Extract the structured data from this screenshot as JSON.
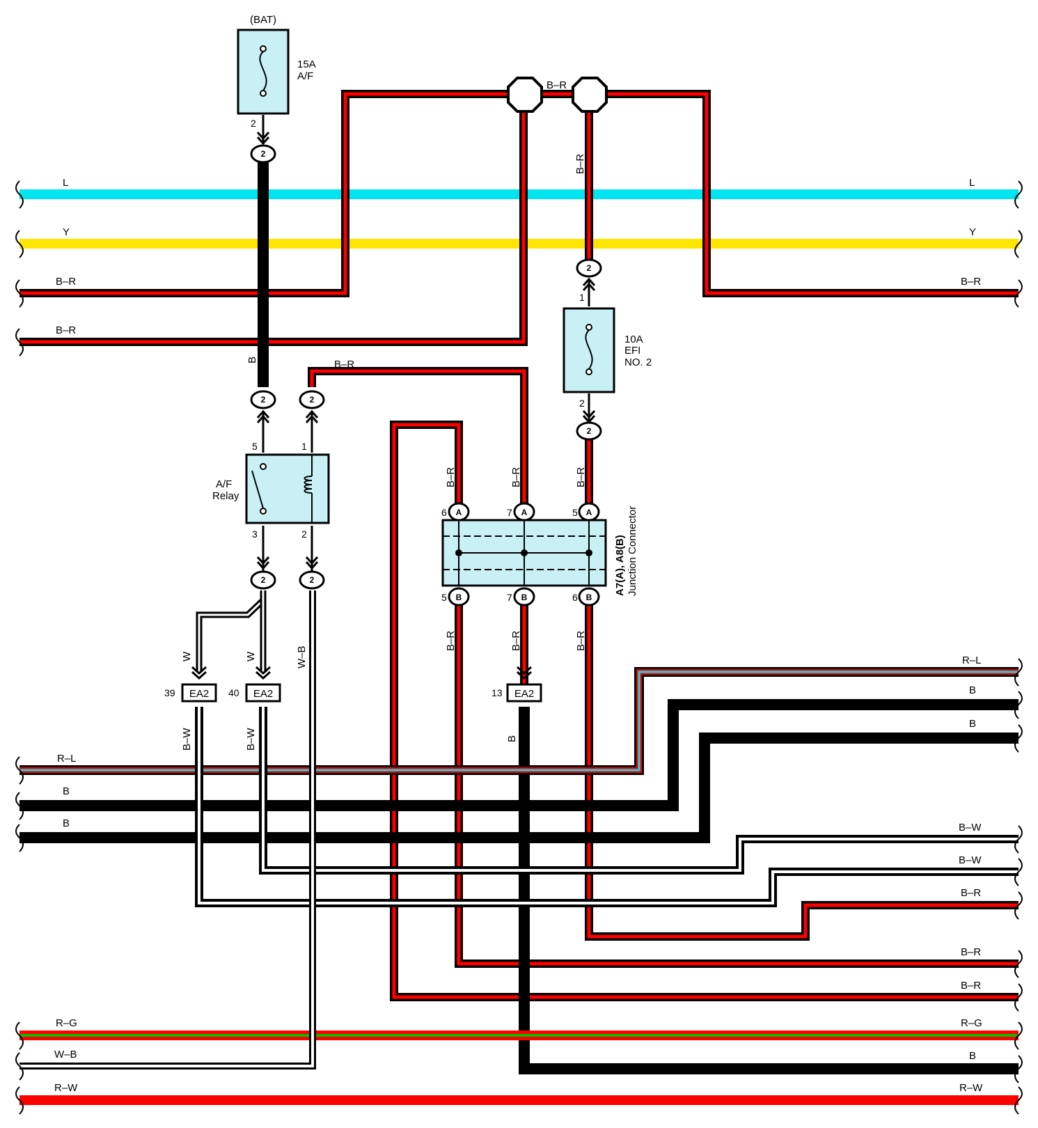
{
  "colors": {
    "black": "#000000",
    "red": "#ff0000",
    "cyan": "#00e5f0",
    "yellow": "#ffe600",
    "green": "#00c000",
    "white": "#ffffff",
    "component_fill": "#c8f0f5"
  },
  "battery_label": "(BAT)",
  "fuse_af": {
    "rating": "15A",
    "name": "A/F",
    "pin_out": "2",
    "connector": "2"
  },
  "fuse_efi": {
    "rating": "10A",
    "name": "EFI",
    "name2": "NO. 2",
    "pin_in": "1",
    "pin_out": "2",
    "connector_in": "2",
    "connector_out": "2"
  },
  "relay": {
    "name": "A/F",
    "name2": "Relay",
    "pin5": "5",
    "pin1": "1",
    "pin3": "3",
    "pin2": "2",
    "conn_top_left": "2",
    "conn_top_right": "2",
    "conn_bot_left": "2",
    "conn_bot_right": "2"
  },
  "junction": {
    "name": "A7(A), A8(B)",
    "name2": "Junction Connector",
    "pin_a6": "6",
    "pin_a7": "7",
    "pin_a5": "5",
    "pin_b5": "5",
    "pin_b7": "7",
    "pin_b6": "6",
    "letter_a": "A",
    "letter_b": "B"
  },
  "ea2": [
    {
      "pin": "39",
      "label": "EA2"
    },
    {
      "pin": "40",
      "label": "EA2"
    },
    {
      "pin": "13",
      "label": "EA2"
    }
  ],
  "wire_labels": {
    "top_br": "B–R",
    "efi_in": "B–R",
    "relay_br": "B–R",
    "af_b": "B",
    "jc_a6": "B–R",
    "jc_a7": "B–R",
    "jc_a5": "B–R",
    "jc_b5": "B–R",
    "jc_b7": "B–R",
    "jc_b6": "B–R",
    "relay_w1": "W",
    "relay_w2": "W",
    "relay_wb": "W–B",
    "ea39_bw": "B–W",
    "ea40_bw": "B–W",
    "ea13_b": "B"
  },
  "left_buses": [
    "L",
    "Y",
    "B–R",
    "B–R",
    "R–L",
    "B",
    "B",
    "R–G",
    "W–B",
    "R–W"
  ],
  "right_buses": [
    "L",
    "Y",
    "B–R",
    "R–L",
    "B",
    "B",
    "B–W",
    "B–W",
    "B–R",
    "B–R",
    "B–R",
    "R–G",
    "B",
    "R–W"
  ]
}
